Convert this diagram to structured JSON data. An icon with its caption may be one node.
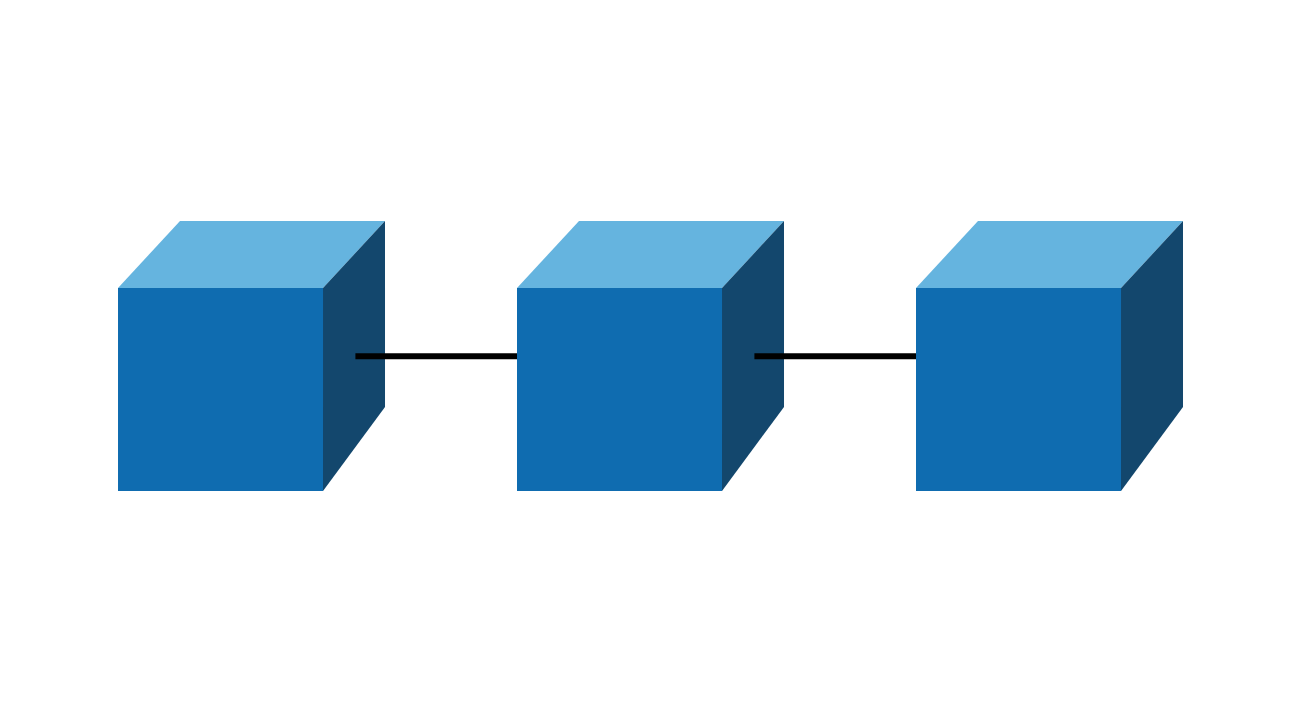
{
  "diagram": {
    "nodes": [
      {
        "text": [],
        "shape": "cube"
      },
      {
        "text": [],
        "shape": "cube"
      },
      {
        "text": [],
        "shape": "cube"
      }
    ],
    "edges": [
      {
        "from": 0,
        "to": 1,
        "arrow": "none"
      },
      {
        "from": 1,
        "to": 2,
        "arrow": "none"
      }
    ]
  }
}
